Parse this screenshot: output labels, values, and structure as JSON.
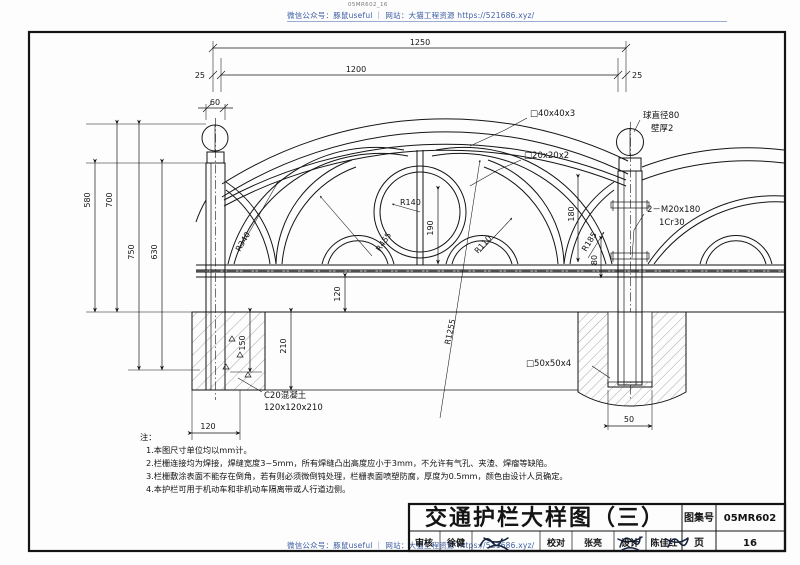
{
  "page": {
    "doc_code": "05MR602_16",
    "watermark": "微信公众号：豚鼠useful ｜ 网站：大猫工程资源 https://521686.xyz/"
  },
  "drawing": {
    "dimensions": {
      "overall_width": "1250",
      "inner_width": "1200",
      "edge_left": "25",
      "edge_right": "25",
      "h580": "580",
      "h700": "700",
      "h750": "750",
      "h630": "630",
      "post_cap_60": "60",
      "bolt_180": "180",
      "plate_80": "80",
      "circle_190": "190",
      "rail_120": "120",
      "embed_150": "150",
      "block_210": "210",
      "block_120": "120",
      "base_50": "50"
    },
    "callouts": {
      "tube_40": "□40x40x3",
      "tube_20": "□20x20x2",
      "ball_dia": "球直径80",
      "ball_wall": "壁厚2",
      "bolt": "2－M20x180",
      "bolt_grade": "1Cr30",
      "base_plate": "□50x50x4",
      "concrete": "C20混凝土",
      "concrete_size": "120x120x210"
    },
    "radii": {
      "r140": "R140",
      "r455": "R455",
      "r340": "R340",
      "r110": "R110",
      "r1255": "R1255",
      "r185": "R185"
    }
  },
  "notes": {
    "heading": "注：",
    "items": [
      "1.本图尺寸单位均以mm计。",
      "2.栏栅连接均为焊接，焊缝宽度3~5mm，所有焊缝凸出高度应小于3mm，不允许有气孔、夹渣、焊瘤等缺陷。",
      "3.栏栅敷涂表面不能存在倒角，若有则必须微倒钝处理，栏栅表面喷塑防腐，厚度为0.5mm，颜色由设计人员确定。",
      "4.本护栏可用于机动车和非机动车隔离带或人行道边侧。"
    ]
  },
  "titleblock": {
    "title": "交通护栏大样图（三）",
    "atlas_label": "图集号",
    "atlas_value": "05MR602",
    "page_label": "页",
    "page_value": "16",
    "review_label": "审核",
    "review_name": "徐健",
    "check_label": "校对",
    "check_name": "张亮",
    "design_label": "设计",
    "design_name": "陈佳红"
  }
}
